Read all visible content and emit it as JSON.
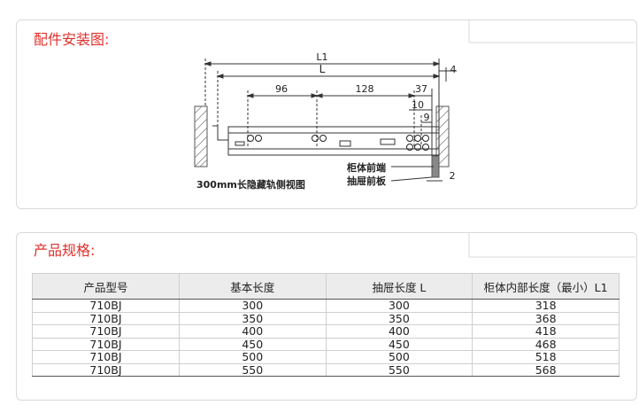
{
  "install": {
    "title": "配件安装图:",
    "diagram": {
      "dims": {
        "l1": "L1",
        "l": "L",
        "d96": "96",
        "d128": "128",
        "d37": "37",
        "d10": "10",
        "d9": "9",
        "d4": "4",
        "d2": "2"
      },
      "labels": {
        "cabinet_front": "柜体前端",
        "drawer_front": "抽屉前板"
      },
      "caption": "300mm长隐藏轨侧视图"
    }
  },
  "specs": {
    "title": "产品规格:",
    "headers": [
      "产品型号",
      "基本长度",
      "抽屉长度 L",
      "柜体内部长度（最小）L1"
    ],
    "rows": [
      [
        "710BJ",
        "300",
        "300",
        "318"
      ],
      [
        "710BJ",
        "350",
        "350",
        "368"
      ],
      [
        "710BJ",
        "400",
        "400",
        "418"
      ],
      [
        "710BJ",
        "450",
        "450",
        "468"
      ],
      [
        "710BJ",
        "500",
        "500",
        "518"
      ],
      [
        "710BJ",
        "550",
        "550",
        "568"
      ]
    ]
  }
}
